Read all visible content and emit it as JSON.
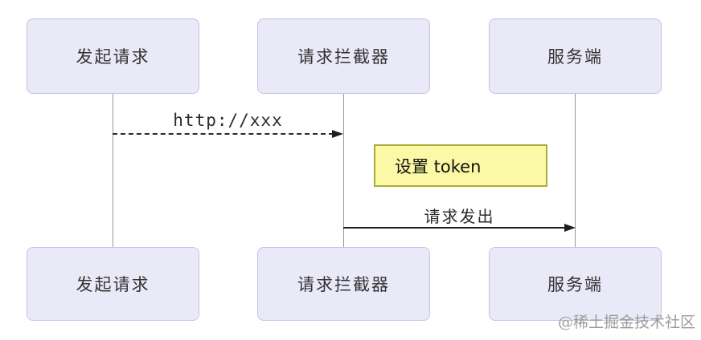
{
  "diagram": {
    "type": "sequence",
    "actors": [
      {
        "id": "requester",
        "label": "发起请求"
      },
      {
        "id": "interceptor",
        "label": "请求拦截器"
      },
      {
        "id": "server",
        "label": "服务端"
      }
    ],
    "messages": [
      {
        "from": "requester",
        "to": "interceptor",
        "label": "http://xxx",
        "style": "dashed"
      },
      {
        "from": "interceptor",
        "to": "server",
        "label": "请求发出",
        "style": "solid"
      }
    ],
    "note": {
      "label": "设置 token",
      "attached_to": "interceptor"
    },
    "watermark": "@稀土掘金技术社区",
    "colors": {
      "bg": "#ffffff",
      "actor-fill": "#eae9f8",
      "actor-border": "#c6c1e6",
      "note-fill": "#fbf9a5",
      "note-border": "#aeab3a",
      "lifeline": "#999999",
      "arrow": "#1e1e1e",
      "text": "#333333",
      "watermark": "#9b9b9b"
    }
  }
}
